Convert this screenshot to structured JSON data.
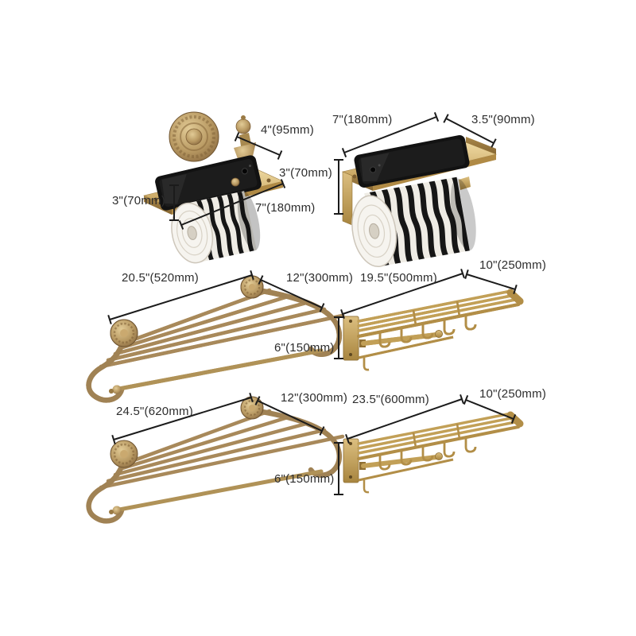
{
  "diagram_title": "bathroom hardware set dimension diagram",
  "colors": {
    "background": "#ffffff",
    "dimension_text": "#2d2d2d",
    "dimension_line": "#1b1b1b",
    "antique_brass": "#a8895a",
    "bright_gold": "#c2a057",
    "phone_black": "#141414",
    "paper_white": "#efece5",
    "zebra_stripe": "#161616"
  },
  "products": [
    {
      "name": "antique toilet paper holder with phone shelf",
      "dims": {
        "depth": "4\"(95mm)",
        "height": "3\"(70mm)",
        "width": "7\"(180mm)"
      }
    },
    {
      "name": "gold toilet paper holder with phone shelf",
      "dims": {
        "width": "7\"(180mm)",
        "depth": "3.5\"(90mm)",
        "height": "3\"(70mm)"
      }
    },
    {
      "name": "antique towel rack with towel bar",
      "dims": {
        "width": "20.5\"(520mm)",
        "depth": "12\"(300mm)",
        "height": "6\"(150mm)"
      }
    },
    {
      "name": "folding towel rack with hooks",
      "dims": {
        "width": "19.5\"(500mm)",
        "depth": "10\"(250mm)"
      }
    },
    {
      "name": "antique towel rack with towel bar large",
      "dims": {
        "width": "24.5\"(620mm)",
        "depth": "12\"(300mm)",
        "height": "6\"(150mm)"
      }
    },
    {
      "name": "folding towel rack with hooks large",
      "dims": {
        "width": "23.5\"(600mm)",
        "depth": "10\"(250mm)"
      }
    }
  ]
}
